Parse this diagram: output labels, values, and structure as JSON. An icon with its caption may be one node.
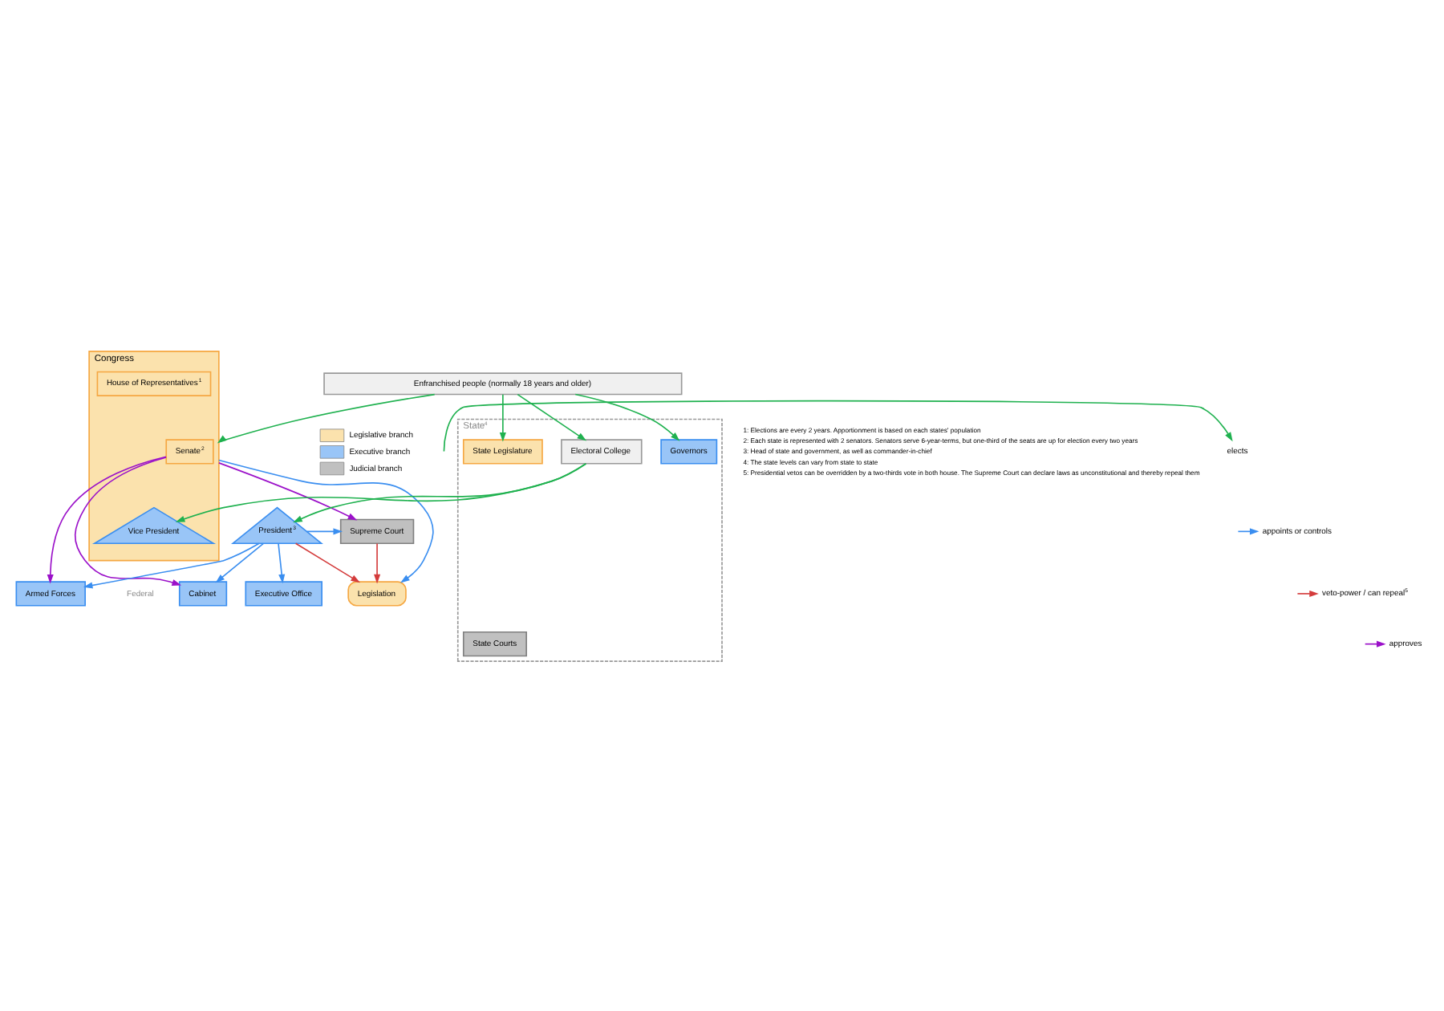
{
  "diagram": {
    "nodes": [
      {
        "text": [
          "Congress"
        ]
      },
      {
        "text": [
          "Vice President"
        ],
        "in": 0
      },
      {
        "text": [
          "House of Representatives$^{1}$"
        ],
        "in": 0
      },
      {
        "text": [
          "Senate$^{2}$"
        ],
        "in": 0
      },
      {
        "text": [
          "President$^{3}$"
        ]
      },
      {
        "text": [
          "Supreme Court"
        ]
      },
      {
        "text": [
          "Cabinet"
        ]
      },
      {
        "text": [
          "Armed Forces"
        ]
      },
      {
        "text": [
          "Executive Office"
        ]
      },
      {
        "text": [
          "Legislation"
        ]
      },
      {
        "text": [
          "State$^{4}$"
        ]
      },
      {
        "text": [
          "State Courts"
        ],
        "in": 10
      },
      {
        "text": [
          "Electoral College"
        ],
        "in": 10
      },
      {
        "text": [
          "State Legislature"
        ],
        "in": 10
      },
      {
        "text": [
          "Governors"
        ],
        "in": 10
      },
      {
        "text": [
          "Enfranchised people (normally 18 years and older)"
        ]
      }
    ],
    "edges": [
      {
        "from": 0,
        "to": 5,
        "arrow": "to",
        "color": "#9b11c9"
      },
      {
        "from": 4,
        "to": 5,
        "arrow": "to",
        "color": "#3a8ef0"
      },
      {
        "from": 12,
        "to": 1,
        "arrow": "to"
      },
      {
        "from": 3,
        "to": 6,
        "arrow": "to",
        "color": "#9b11c9"
      },
      {
        "from": 3,
        "to": 7,
        "arrow": "to",
        "color": "#9b11c9"
      },
      {
        "from": 4,
        "to": 6,
        "arrow": "to",
        "color": "#3a8ef0"
      },
      {
        "from": 4,
        "to": 7,
        "arrow": "to",
        "color": "#3a8ef0"
      },
      {
        "from": 4,
        "to": 8,
        "arrow": "to",
        "color": "#3a8ef0"
      },
      {
        "from": 0,
        "to": 9,
        "arrow": "to",
        "color": "#3a8ef0"
      },
      {
        "from": 4,
        "to": 9,
        "arrow": "to",
        "color": "#d43c3c"
      },
      {
        "from": 5,
        "to": 9,
        "arrow": "to",
        "color": "#d43c3c"
      },
      {
        "from": 12,
        "to": 4,
        "arrow": "to"
      },
      {
        "from": 15,
        "to": 0,
        "arrow": "to"
      },
      {
        "from": 15,
        "to": 12,
        "arrow": "to"
      },
      {
        "from": 15,
        "to": 13,
        "arrow": "to"
      },
      {
        "from": 15,
        "to": 14,
        "arrow": "to"
      }
    ],
    "labels": [
      "Federal",
      "1: Elections are every 2 years. Apportionment is based on each states' population",
      "2: Each state is represented with 2 senators. Senators serve 6-year-terms, but one-third of the seats are up for election every two years",
      "3: Head of state and government, as well as commander-in-chief",
      "4: The state levels can vary from state to state",
      "5: Presidential vetos can be overridden by a two-thirds vote in both house. The Supreme Court can declare laws as unconstitutional and thereby repeal them"
    ],
    "legend": [
      {
        "text": "Legislative branch",
        "color": "#fbe2ad"
      },
      {
        "text": "Executive branch",
        "color": "#99c5f7"
      },
      {
        "text": "Judicial branch",
        "color": "#c0c0c0"
      },
      {
        "text": "elects"
      },
      {
        "text": "appoints or controls"
      },
      {
        "text": "veto-power / can repeal$^{5}$"
      },
      {
        "text": "approves"
      }
    ]
  }
}
